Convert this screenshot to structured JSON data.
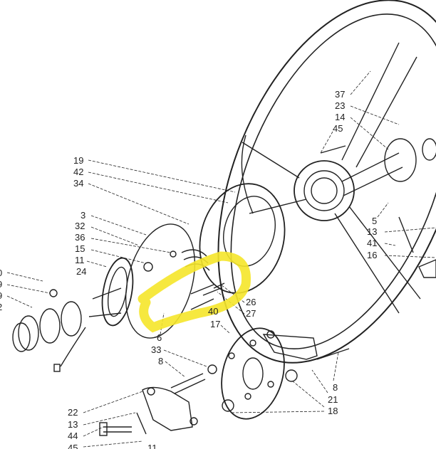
{
  "title": "Steering wheel exploded parts diagram",
  "highlight_color": "#f5e52a",
  "labels": [
    "19",
    "42",
    "34",
    "3",
    "32",
    "36",
    "15",
    "11",
    "24",
    "0",
    "9",
    "9",
    "2",
    "37",
    "23",
    "14",
    "45",
    "5",
    "13",
    "41",
    "16",
    "26",
    "40",
    "27",
    "6",
    "17",
    "33",
    "8",
    "22",
    "13",
    "44",
    "45",
    "11",
    "8",
    "21",
    "18"
  ]
}
